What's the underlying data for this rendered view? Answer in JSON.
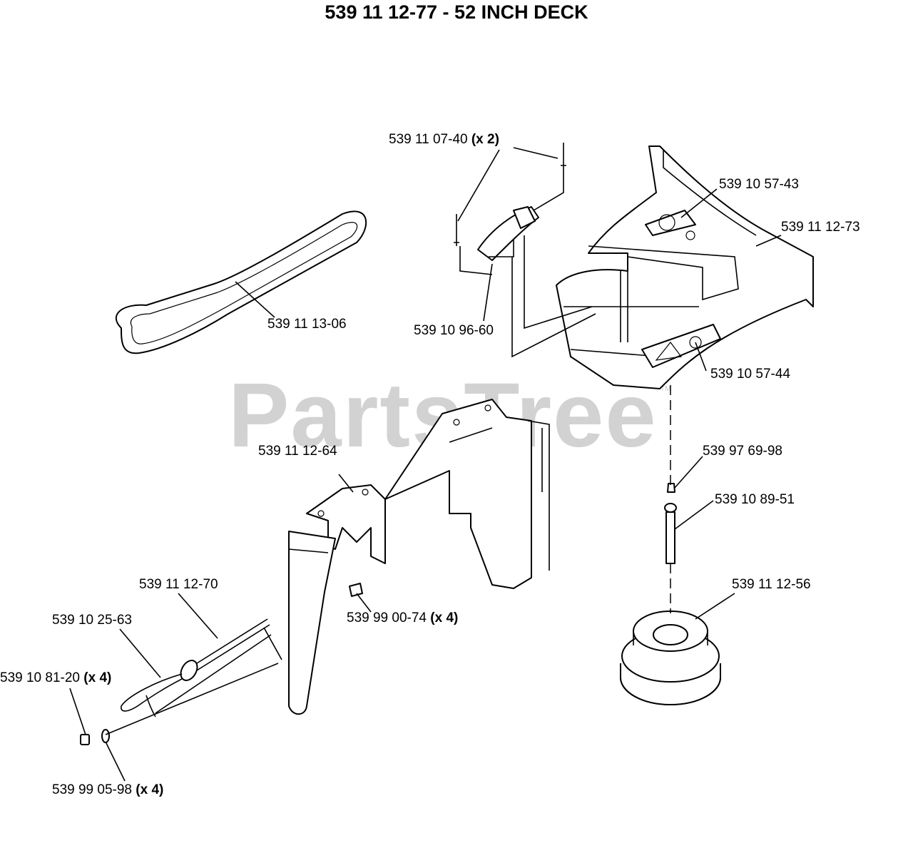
{
  "title": "539 11 12-77 - 52 INCH DECK",
  "watermark": {
    "text": "PartsTree",
    "trademark": "TM"
  },
  "labels": [
    {
      "key": "p1",
      "number": "539 11 07-40",
      "qty": "(x 2)"
    },
    {
      "key": "p2",
      "number": "539 10 57-43",
      "qty": ""
    },
    {
      "key": "p3",
      "number": "539 11 12-73",
      "qty": ""
    },
    {
      "key": "p4",
      "number": "539 11 13-06",
      "qty": ""
    },
    {
      "key": "p5",
      "number": "539 10 96-60",
      "qty": ""
    },
    {
      "key": "p6",
      "number": "539 10 57-44",
      "qty": ""
    },
    {
      "key": "p7",
      "number": "539 97 69-98",
      "qty": ""
    },
    {
      "key": "p8",
      "number": "539 11 12-64",
      "qty": ""
    },
    {
      "key": "p9",
      "number": "539 10 89-51",
      "qty": ""
    },
    {
      "key": "p10",
      "number": "539 11 12-70",
      "qty": ""
    },
    {
      "key": "p11",
      "number": "539 11 12-56",
      "qty": ""
    },
    {
      "key": "p12",
      "number": "539 10 25-63",
      "qty": ""
    },
    {
      "key": "p13",
      "number": "539 99 00-74",
      "qty": "(x 4)"
    },
    {
      "key": "p14",
      "number": "539 10 81-20",
      "qty": "(x 4)"
    },
    {
      "key": "p15",
      "number": "539 99 05-98",
      "qty": "(x 4)"
    }
  ]
}
